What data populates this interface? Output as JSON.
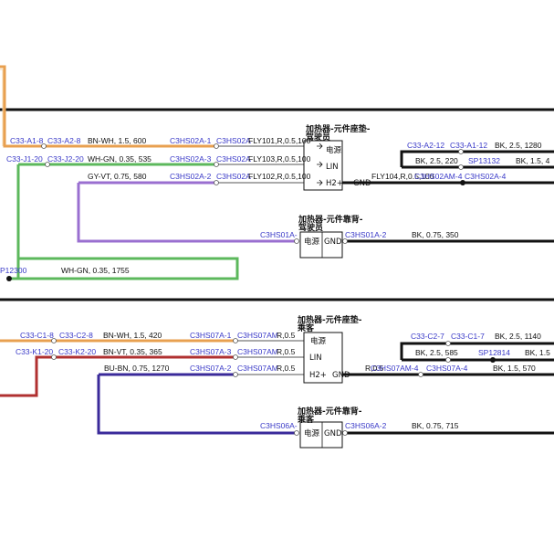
{
  "colors": {
    "orange": "#e8a050",
    "green": "#5cb85c",
    "violet": "#9a6fd0",
    "black": "#111111",
    "red": "#b03030",
    "navy": "#3a2a9a",
    "label_blue": "#3a3ac8"
  },
  "top": {
    "modules": {
      "cushion_title1": "加热器-元件座垫-",
      "cushion_title2": "驾驶员",
      "cushion_pin_power": "电源",
      "cushion_pin_lin": "LIN",
      "cushion_pin_h2": "H2+",
      "cushion_pin_gnd": "GND",
      "back_title1": "加热器-元件靠背-",
      "back_title2": "驾驶员",
      "back_pin_power": "电源",
      "back_pin_gnd": "GND"
    },
    "labels": {
      "c33_a1_8": "C33-A1-8",
      "c33_a2_8": "C33-A2-8",
      "bn_wh_600": "BN-WH, 1.5, 600",
      "c3hs02a_1": "C3HS02A-1",
      "c3hs02_short_1": "C3HS02A",
      "fly101": "FLY101,R,0.5,100",
      "c33_j1_20": "C33-J1-20",
      "c33_j2_20": "C33-J2-20",
      "wh_gn_535": "WH-GN, 0.35, 535",
      "c3hs02a_3": "C3HS02A-3",
      "c3hs02_short_3": "C3HS02A",
      "fly103": "FLY103,R,0.5,100",
      "gy_vt_580": "GY-VT, 0.75, 580",
      "c3hs02a_2": "C3HS02A-2",
      "c3hs02_short_2": "C3HS02A",
      "fly102": "FLY102,R,0.5,100",
      "fly104": "FLY104,R,0.5,100",
      "c3hs02am_4": "C3HS02AM-4",
      "c3hs02a_4": "C3HS02A-4",
      "c33_a2_12": "C33-A2-12",
      "c33_a1_12": "C33-A1-12",
      "bk_1280": "BK, 2.5, 1280",
      "bk_220": "BK, 2.5, 220",
      "sp13132": "SP13132",
      "bk_15_right_top": "BK, 1.5, 4",
      "c3hs01a_left": "C3HS01A-",
      "c3hs01a_2": "C3HS01A-2",
      "bk_350": "BK, 0.75, 350",
      "sp12300": "P12300",
      "wh_gn_1755": "WH-GN, 0.35, 1755"
    }
  },
  "bottom": {
    "modules": {
      "cushion_title1": "加热器-元件座垫-",
      "cushion_title2": "乘客",
      "cushion_pin_power": "电源",
      "cushion_pin_lin": "LIN",
      "cushion_pin_h2": "H2+",
      "cushion_pin_gnd": "GND",
      "back_title1": "加热器-元件靠背-",
      "back_title2": "乘客",
      "back_pin_power": "电源",
      "back_pin_gnd": "GND"
    },
    "labels": {
      "c33_c1_8": "C33-C1-8",
      "c33_c2_8": "C33-C2-8",
      "bn_wh_420": "BN-WH, 1.5, 420",
      "c3hs07a_1": "C3HS07A-1",
      "c3hs07am_1": "C3HS07AM",
      "r05_1": "R,0.5",
      "c33_k1_20": "C33-K1-20",
      "c33_k2_20": "C33-K2-20",
      "bn_vt_365": "BN-VT, 0.35, 365",
      "c3hs07a_3": "C3HS07A-3",
      "c3hs07am_3": "C3HS07AM",
      "r05_3": "R,0.5",
      "bu_bn_1270": "BU-BN, 0.75, 1270",
      "c3hs07a_2": "C3HS07A-2",
      "c3hs07am_2": "C3HS07AM",
      "r05_2": "R,0.5",
      "r05_gnd": "R,0.5",
      "c3hs07am_4": "C3HS07AM-4",
      "c3hs07a_4": "C3HS07A-4",
      "c33_c2_7": "C33-C2-7",
      "c33_c1_7": "C33-C1-7",
      "bk_1140": "BK, 2.5, 1140",
      "bk_585": "BK, 2.5, 585",
      "sp12814": "SP12814",
      "bk_15_right_bot": "BK, 1.5",
      "bk_570": "BK, 1.5, 570",
      "c3hs06a_left": "C3HS06A-",
      "c3hs06a_2": "C3HS06A-2",
      "bk_715": "BK, 0.75, 715"
    }
  }
}
